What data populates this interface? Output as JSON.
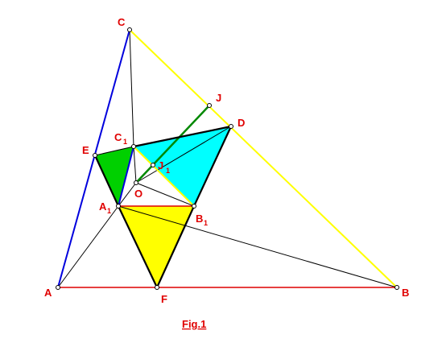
{
  "figure": {
    "caption": "Fig.1",
    "colors": {
      "label": "#e00000",
      "yellow": "#ffff00",
      "cyan": "#00ffff",
      "green": "#00d000",
      "dark_green": "#008800",
      "blue": "#0000dd",
      "red": "#dd0000",
      "black": "#000000"
    },
    "points": [
      {
        "id": "C",
        "label": "C",
        "sub": ""
      },
      {
        "id": "J",
        "label": "J",
        "sub": ""
      },
      {
        "id": "D",
        "label": "D",
        "sub": ""
      },
      {
        "id": "E",
        "label": "E",
        "sub": ""
      },
      {
        "id": "C1",
        "label": "C",
        "sub": "1"
      },
      {
        "id": "J1",
        "label": "J",
        "sub": "1"
      },
      {
        "id": "O",
        "label": "O",
        "sub": ""
      },
      {
        "id": "A1",
        "label": "A",
        "sub": "1"
      },
      {
        "id": "B1",
        "label": "B",
        "sub": "1"
      },
      {
        "id": "A",
        "label": "A",
        "sub": ""
      },
      {
        "id": "F",
        "label": "F",
        "sub": ""
      },
      {
        "id": "B",
        "label": "B",
        "sub": ""
      }
    ]
  }
}
